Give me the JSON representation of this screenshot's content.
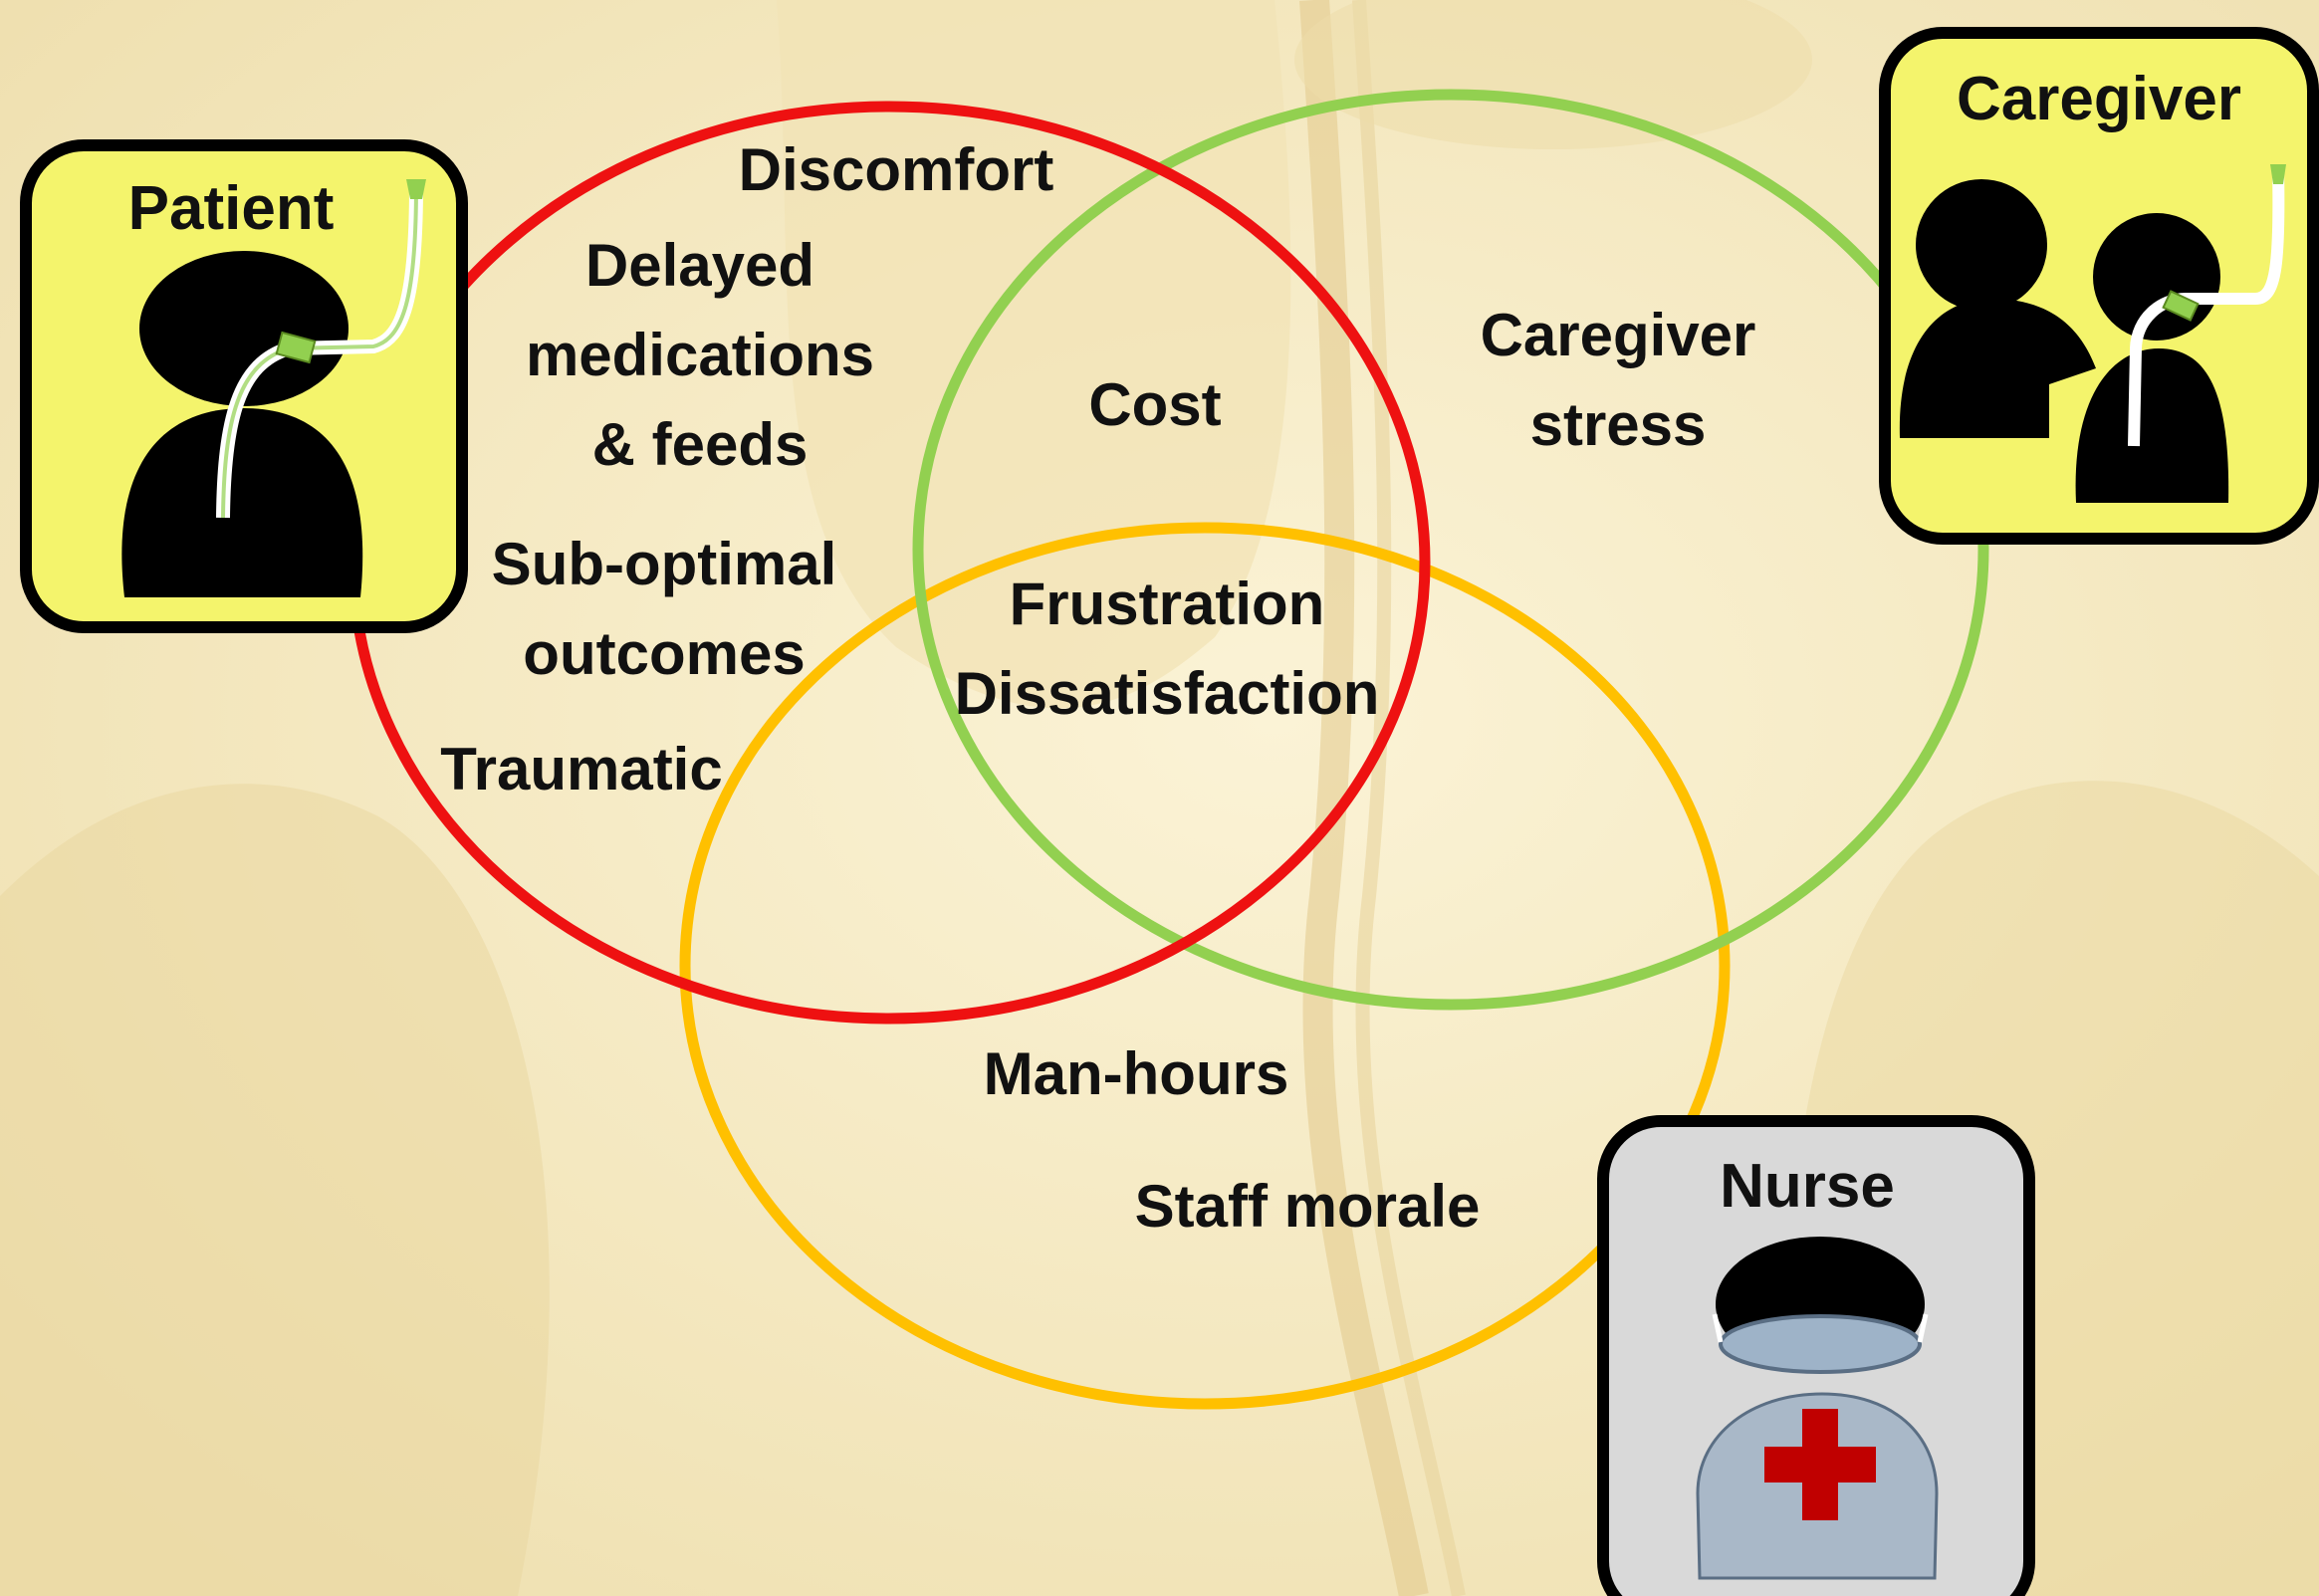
{
  "actors": {
    "patient": {
      "label": "Patient",
      "color": "#f4f46c"
    },
    "caregiver": {
      "label": "Caregiver",
      "color": "#f4f46c"
    },
    "nurse": {
      "label": "Nurse",
      "color": "#d9d9d9"
    }
  },
  "circles": {
    "patient_color": "#ee1111",
    "caregiver_color": "#92d050",
    "nurse_color": "#ffc000"
  },
  "labels": {
    "discomfort": "Discomfort",
    "delayed_1": "Delayed",
    "delayed_2": "medications",
    "delayed_3": "& feeds",
    "suboptimal_1": "Sub-optimal",
    "suboptimal_2": "outcomes",
    "traumatic": "Traumatic",
    "cost": "Cost",
    "frustration": "Frustration",
    "dissatisfaction": "Dissatisfaction",
    "caregiver_stress_1": "Caregiver",
    "caregiver_stress_2": "stress",
    "man_hours": "Man-hours",
    "staff_morale": "Staff morale"
  },
  "icons": {
    "tube_color": "#92d050",
    "cross_color": "#c00000",
    "mask_color": "#9eb3c8",
    "uniform_color": "#a9b8c8"
  }
}
